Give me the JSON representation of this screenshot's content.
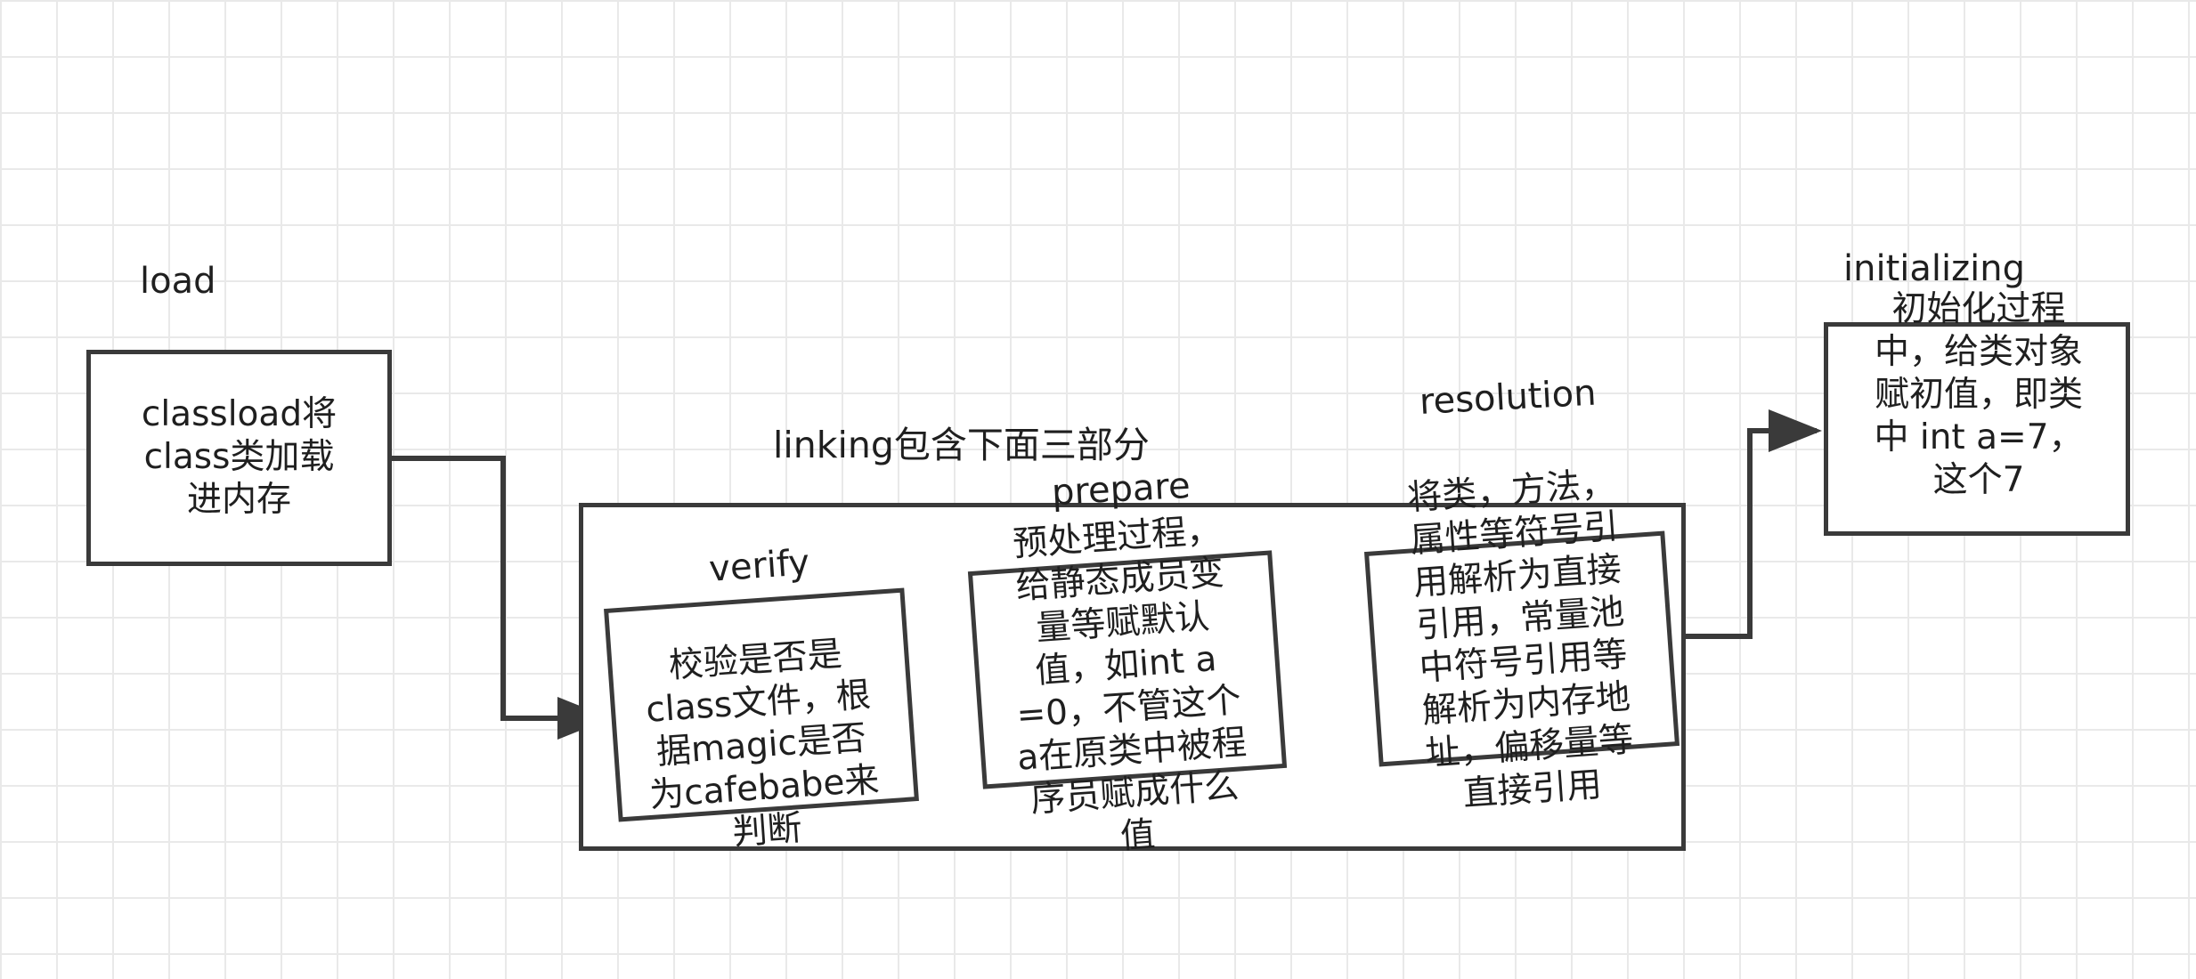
{
  "load": {
    "label": "load",
    "text": "classload将\nclass类加载\n进内存"
  },
  "linking": {
    "title": "linking包含下面三部分",
    "verify": {
      "label": "verify",
      "text": "校验是否是\nclass文件，根\n据magic是否\n为cafebabe来\n判断"
    },
    "prepare": {
      "label": "prepare",
      "text": "预处理过程，\n给静态成员变\n量等赋默认\n值，如int a\n=0，不管这个\na在原类中被程\n序员赋成什么\n值"
    },
    "resolution": {
      "label": "resolution",
      "text": "将类，方法，\n属性等符号引\n用解析为直接\n引用，常量池\n中符号引用等\n解析为内存地\n址，偏移量等\n直接引用"
    }
  },
  "initializing": {
    "label": "initializing",
    "text": "初始化过程\n中，给类对象\n赋初值，即类\n中 int a=7，\n这个7"
  }
}
